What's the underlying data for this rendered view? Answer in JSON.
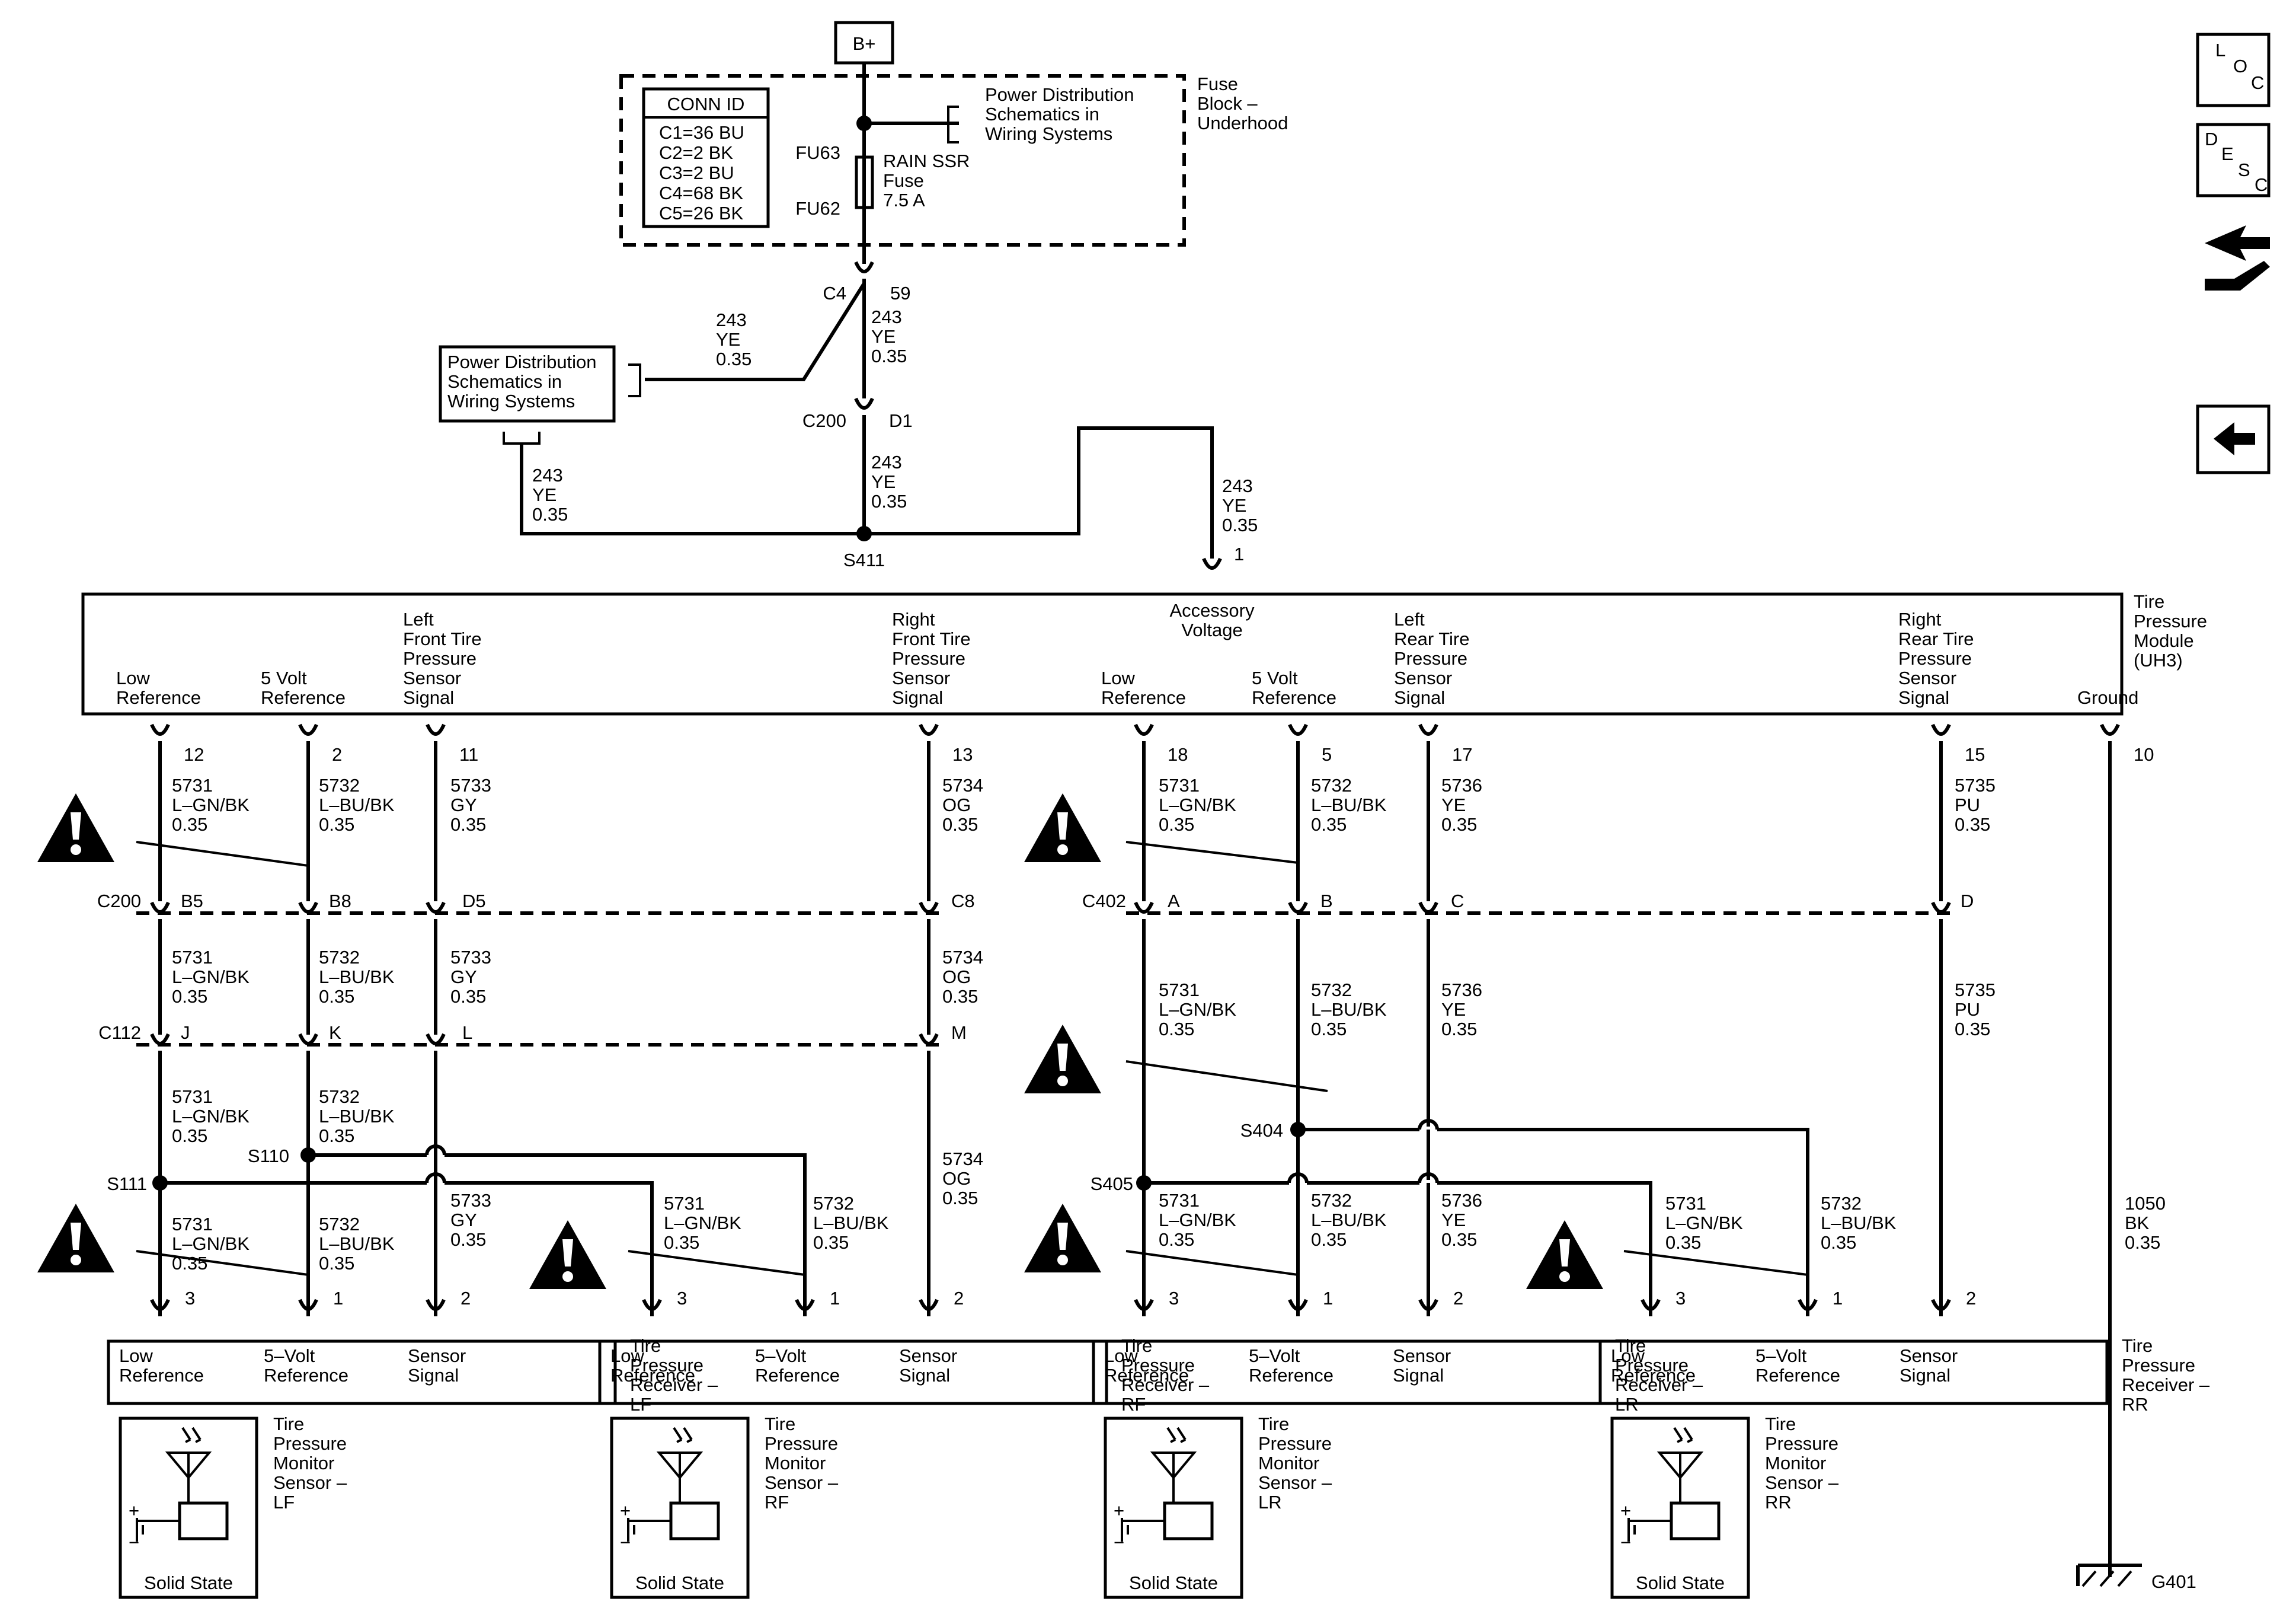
{
  "supply": {
    "bplus": "B+",
    "fuse_block": [
      "Fuse",
      "Block –",
      "Underhood"
    ],
    "conn_id": {
      "title": "CONN ID",
      "rows": [
        "C1=36 BU",
        "C2=2 BK",
        "C3=2 BU",
        "C4=68 BK",
        "C5=26 BK"
      ]
    },
    "pds_ref": [
      "Power Distribution",
      "Schematics in",
      "Wiring Systems"
    ],
    "fuse_label": [
      "RAIN SSR",
      "Fuse",
      "7.5 A"
    ],
    "fu_top": "FU63",
    "fu_bottom": "FU62",
    "c4": "C4",
    "c4_pin": "59",
    "c200": "C200",
    "c200_pin": "D1",
    "splice": "S411",
    "wire_243": [
      "243",
      "YE",
      "0.35"
    ]
  },
  "module": {
    "name": [
      "Tire",
      "Pressure",
      "Module",
      "(UH3)"
    ],
    "accessory_pin": "1",
    "accessory_label": [
      "Accessory",
      "Voltage"
    ],
    "pin_labels": [
      {
        "lines": [
          "Low",
          "Reference"
        ],
        "pin": "12"
      },
      {
        "lines": [
          "5 Volt",
          "Reference"
        ],
        "pin": "2"
      },
      {
        "lines": [
          "Left",
          "Front Tire",
          "Pressure",
          "Sensor",
          "Signal"
        ],
        "pin": "11"
      },
      {
        "lines": [
          "Right",
          "Front Tire",
          "Pressure",
          "Sensor",
          "Signal"
        ],
        "pin": "13"
      },
      {
        "lines": [
          "Low",
          "Reference"
        ],
        "pin": "18"
      },
      {
        "lines": [
          "5 Volt",
          "Reference"
        ],
        "pin": "5"
      },
      {
        "lines": [
          "Left",
          "Rear Tire",
          "Pressure",
          "Sensor",
          "Signal"
        ],
        "pin": "17"
      },
      {
        "lines": [
          "Right",
          "Rear Tire",
          "Pressure",
          "Sensor",
          "Signal"
        ],
        "pin": "15"
      },
      {
        "lines": [
          "Ground"
        ],
        "pin": "10"
      }
    ]
  },
  "wires": {
    "w5731": [
      "5731",
      "L–GN/BK",
      "0.35"
    ],
    "w5732": [
      "5732",
      "L–BU/BK",
      "0.35"
    ],
    "w5733": [
      "5733",
      "GY",
      "0.35"
    ],
    "w5734": [
      "5734",
      "OG",
      "0.35"
    ],
    "w5736": [
      "5736",
      "YE",
      "0.35"
    ],
    "w5735": [
      "5735",
      "PU",
      "0.35"
    ],
    "w1050": [
      "1050",
      "BK",
      "0.35"
    ]
  },
  "connectors": {
    "c200": {
      "name": "C200",
      "pins": [
        "B5",
        "B8",
        "D5",
        "C8"
      ]
    },
    "c112": {
      "name": "C112",
      "pins": [
        "J",
        "K",
        "L",
        "M"
      ]
    },
    "c402": {
      "name": "C402",
      "pins": [
        "A",
        "B",
        "C",
        "D"
      ]
    }
  },
  "splices": {
    "s110": "S110",
    "s111": "S111",
    "s404": "S404",
    "s405": "S405"
  },
  "receiver_pins": [
    "3",
    "1",
    "2"
  ],
  "receivers": [
    {
      "labels": [
        "Low",
        "Reference",
        "5–Volt",
        "Reference",
        "Sensor",
        "Signal"
      ],
      "name": [
        "Tire",
        "Pressure",
        "Receiver –",
        "LF"
      ],
      "sensor": [
        "Tire",
        "Pressure",
        "Monitor",
        "Sensor –",
        "LF"
      ]
    },
    {
      "labels": [
        "Low",
        "Reference",
        "5–Volt",
        "Reference",
        "Sensor",
        "Signal"
      ],
      "name": [
        "Tire",
        "Pressure",
        "Receiver –",
        "RF"
      ],
      "sensor": [
        "Tire",
        "Pressure",
        "Monitor",
        "Sensor –",
        "RF"
      ]
    },
    {
      "labels": [
        "Low",
        "Reference",
        "5–Volt",
        "Reference",
        "Sensor",
        "Signal"
      ],
      "name": [
        "Tire",
        "Pressure",
        "Receiver –",
        "LR"
      ],
      "sensor": [
        "Tire",
        "Pressure",
        "Monitor",
        "Sensor –",
        "LR"
      ]
    },
    {
      "labels": [
        "Low",
        "Reference",
        "5–Volt",
        "Reference",
        "Sensor",
        "Signal"
      ],
      "name": [
        "Tire",
        "Pressure",
        "Receiver –",
        "RR"
      ],
      "sensor": [
        "Tire",
        "Pressure",
        "Monitor",
        "Sensor –",
        "RR"
      ]
    }
  ],
  "solid_state": "Solid State",
  "ground": "G401",
  "nav": {
    "loc": [
      "L",
      "O",
      "C"
    ],
    "desc": [
      "D",
      "E",
      "S",
      "C"
    ]
  }
}
